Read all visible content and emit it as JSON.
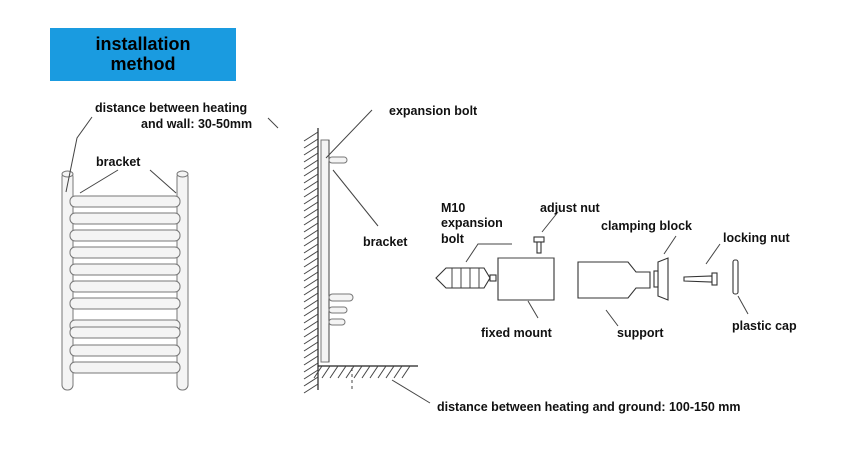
{
  "header": {
    "line1": "installation",
    "line2": "method"
  },
  "labels": {
    "distance_wall_1": "distance between heating",
    "distance_wall_2": "and wall: 30-50mm",
    "bracket_left": "bracket",
    "expansion_bolt": "expansion bolt",
    "bracket_mid": "bracket",
    "m10_1": "M10",
    "m10_2": "expansion",
    "m10_3": "bolt",
    "adjust_nut": "adjust nut",
    "clamping_block": "clamping block",
    "locking_nut": "locking nut",
    "fixed_mount": "fixed mount",
    "support": "support",
    "plastic_cap": "plastic cap",
    "distance_ground": "distance between heating and ground: 100-150 mm"
  }
}
